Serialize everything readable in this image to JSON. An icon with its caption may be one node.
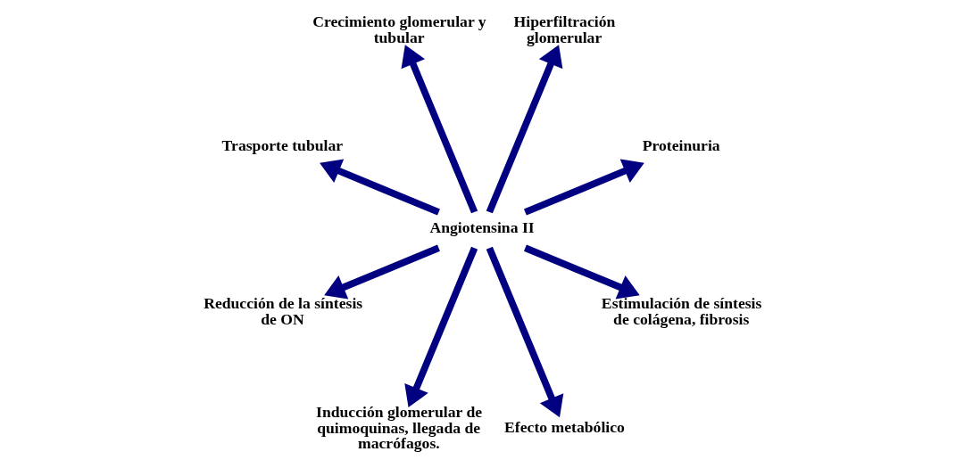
{
  "diagram": {
    "nodes": [
      {
        "text": [
          "Proteinuria"
        ]
      },
      {
        "text": [
          "Hiperfiltración glomerular"
        ]
      },
      {
        "text": [
          "Crecimiento glomerular y tubular"
        ]
      },
      {
        "text": [
          "Trasporte tubular"
        ]
      },
      {
        "text": [
          "Angiotensina II"
        ]
      },
      {
        "text": [
          "Reducción de la síntesis de ON"
        ]
      },
      {
        "text": [
          "Inducción glomerular de quimoquinas, llegada de macrófagos."
        ]
      },
      {
        "text": [
          "Efecto metabólico"
        ]
      },
      {
        "text": [
          "Estimulación de síntesis de colágena, fibrosis"
        ]
      }
    ],
    "edges": [
      {
        "from": 4,
        "to": 0,
        "arrow": "to"
      },
      {
        "from": 4,
        "to": 2,
        "arrow": "to"
      },
      {
        "from": 4,
        "to": 5,
        "arrow": "to"
      },
      {
        "from": 4,
        "to": 7,
        "arrow": "to"
      },
      {
        "from": 4,
        "to": 8,
        "arrow": "to"
      },
      {
        "from": 4,
        "to": 6,
        "arrow": "to"
      },
      {
        "from": 4,
        "to": 3,
        "arrow": "to"
      },
      {
        "from": 4,
        "to": 1,
        "arrow": "to"
      }
    ]
  }
}
